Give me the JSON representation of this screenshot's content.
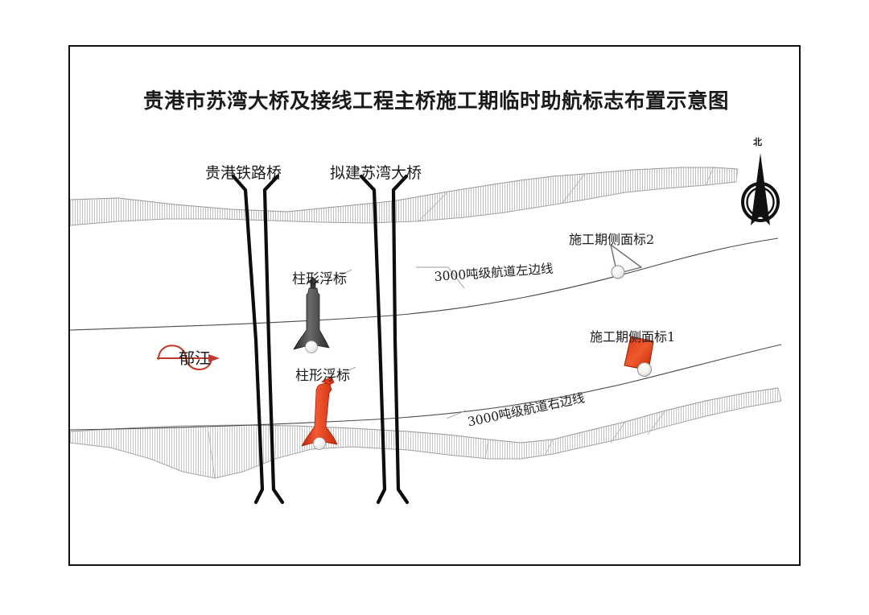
{
  "document": {
    "title": "贵港市苏湾大桥及接线工程主桥施工期临时助航标志布置示意图",
    "frame_color": "#111111",
    "background": "#ffffff"
  },
  "compass": {
    "name": "north-arrow",
    "label": "北"
  },
  "river": {
    "label": "郁江",
    "flow_arrow_color": "#c0392b"
  },
  "bridges": [
    {
      "id": "railway-bridge",
      "label": "贵港铁路桥",
      "color": "#111111"
    },
    {
      "id": "proposed-bridge",
      "label": "拟建苏湾大桥",
      "color": "#111111"
    }
  ],
  "channel_lines": [
    {
      "id": "channel-left-edge",
      "label": "3000吨级航道左边线"
    },
    {
      "id": "channel-right-edge",
      "label": "3000吨级航道右边线"
    }
  ],
  "markers": [
    {
      "id": "buoy-black",
      "label": "柱形浮标",
      "type": "columnar-buoy",
      "color": "#3f3f3f"
    },
    {
      "id": "buoy-red",
      "label": "柱形浮标",
      "type": "columnar-buoy",
      "color": "#e03015"
    },
    {
      "id": "side-marker-2",
      "label": "施工期侧面标2",
      "type": "triangle-side-marker",
      "color": "#ffffff"
    },
    {
      "id": "side-marker-1",
      "label": "施工期侧面标1",
      "type": "rect-side-marker",
      "color": "#e03015"
    }
  ],
  "banks": {
    "hatch_color": "#b8b8b8",
    "outline_color": "#9a9a9a"
  }
}
